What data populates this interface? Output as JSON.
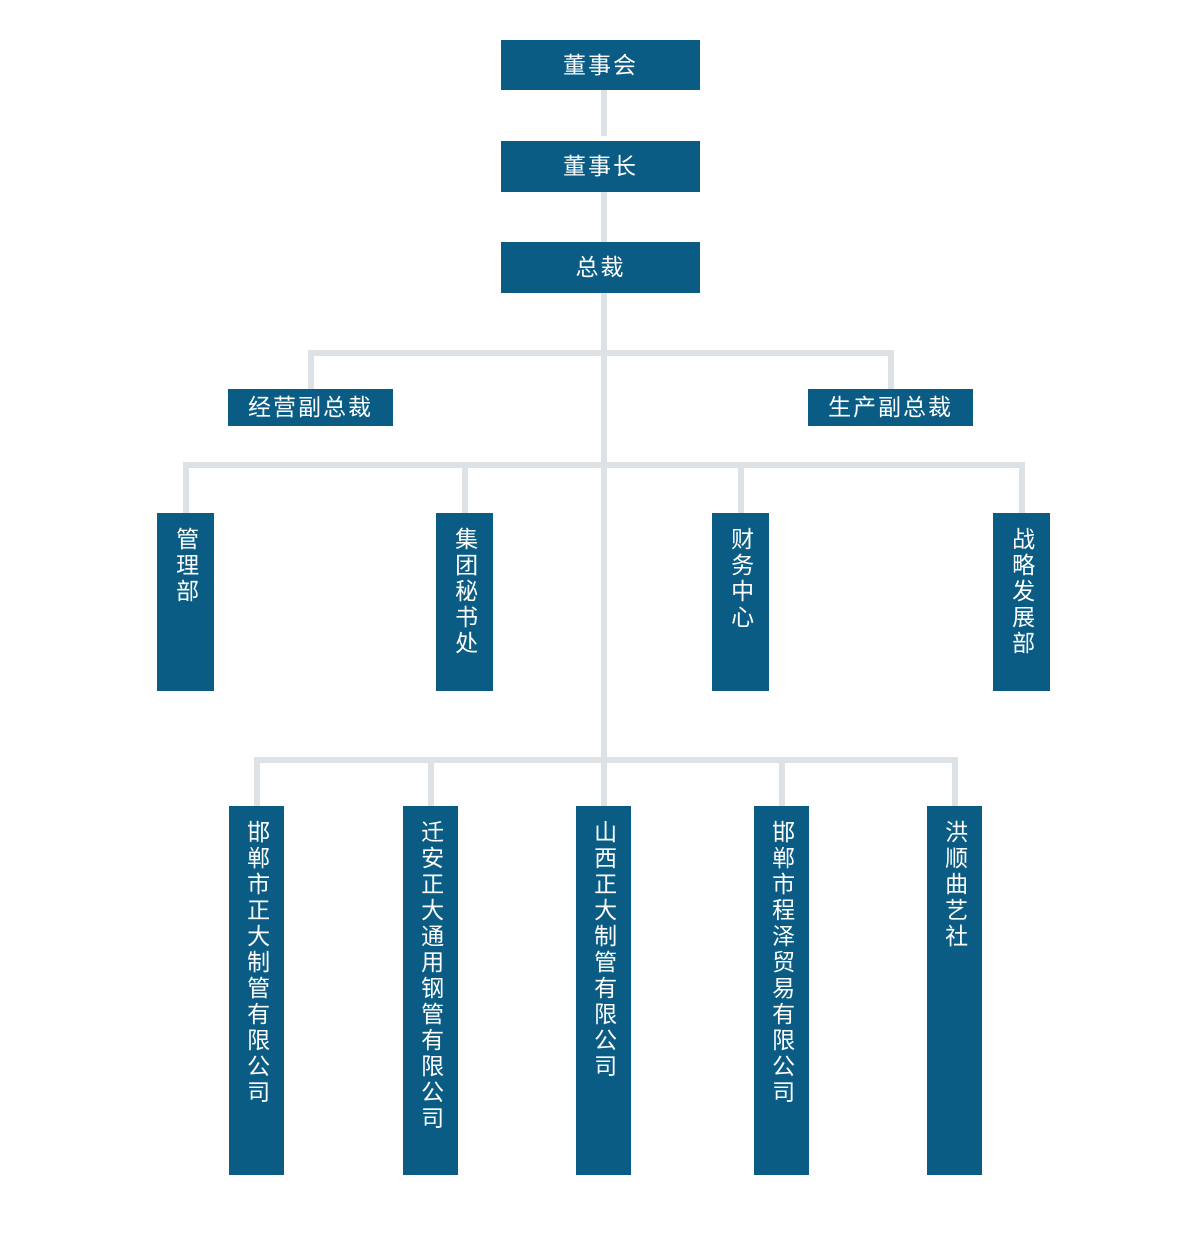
{
  "chart": {
    "type": "org-chart",
    "title": "",
    "colors": {
      "node_fill": "#0a5c84",
      "node_text": "#ffffff",
      "connector": "#dde2e6",
      "background": "#ffffff"
    },
    "levels": [
      {
        "level": 1,
        "orientation": "horizontal",
        "nodes": [
          {
            "id": "board",
            "label": "董事会"
          }
        ]
      },
      {
        "level": 2,
        "orientation": "horizontal",
        "nodes": [
          {
            "id": "chairman",
            "label": "董事长"
          }
        ]
      },
      {
        "level": 3,
        "orientation": "horizontal",
        "nodes": [
          {
            "id": "president",
            "label": "总裁"
          }
        ]
      },
      {
        "level": 4,
        "orientation": "horizontal",
        "nodes": [
          {
            "id": "vp-operations",
            "label": "经营副总裁"
          },
          {
            "id": "vp-production",
            "label": "生产副总裁"
          }
        ]
      },
      {
        "level": 5,
        "orientation": "vertical",
        "nodes": [
          {
            "id": "dept-management",
            "label": "管理部"
          },
          {
            "id": "dept-group-secretariat",
            "label": "集团秘书处"
          },
          {
            "id": "dept-finance-center",
            "label": "财务中心"
          },
          {
            "id": "dept-strategy-development",
            "label": "战略发展部"
          }
        ]
      },
      {
        "level": 6,
        "orientation": "vertical",
        "nodes": [
          {
            "id": "sub-handan-zhengda",
            "label": "邯郸市正大制管有限公司"
          },
          {
            "id": "sub-qianan-zhengda",
            "label": "迁安正大通用钢管有限公司"
          },
          {
            "id": "sub-shanxi-zhengda",
            "label": "山西正大制管有限公司"
          },
          {
            "id": "sub-handan-chengze",
            "label": "邯郸市程泽贸易有限公司"
          },
          {
            "id": "sub-hongshun-quyishe",
            "label": "洪顺曲艺社"
          }
        ]
      }
    ]
  }
}
